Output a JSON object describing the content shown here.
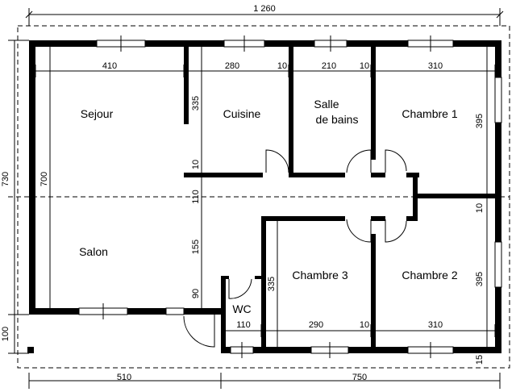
{
  "overall": {
    "width_label": "1 260",
    "height_label": "730",
    "left_width": "510",
    "right_width": "750",
    "bottom_offset": "100"
  },
  "rooms": {
    "sejour": "Sejour",
    "cuisine": "Cuisine",
    "sdb_line1": "Salle",
    "sdb_line2": "de bains",
    "chambre1": "Chambre 1",
    "salon": "Salon",
    "chambre3": "Chambre 3",
    "chambre2": "Chambre 2",
    "wc": "WC"
  },
  "dims": {
    "top_410": "410",
    "top_280": "280",
    "top_10a": "10",
    "top_210": "210",
    "top_10b": "10",
    "top_310": "310",
    "left_700": "700",
    "v_335_kitchen": "335",
    "v_10": "10",
    "v_110": "110",
    "v_155": "155",
    "v_90": "90",
    "v_395_top": "395",
    "v_10_right": "10",
    "v_395_bottom": "395",
    "v_335_ch3": "335",
    "v_15": "15",
    "bot_110": "110",
    "bot_290": "290",
    "bot_10": "10",
    "bot_310": "310"
  }
}
